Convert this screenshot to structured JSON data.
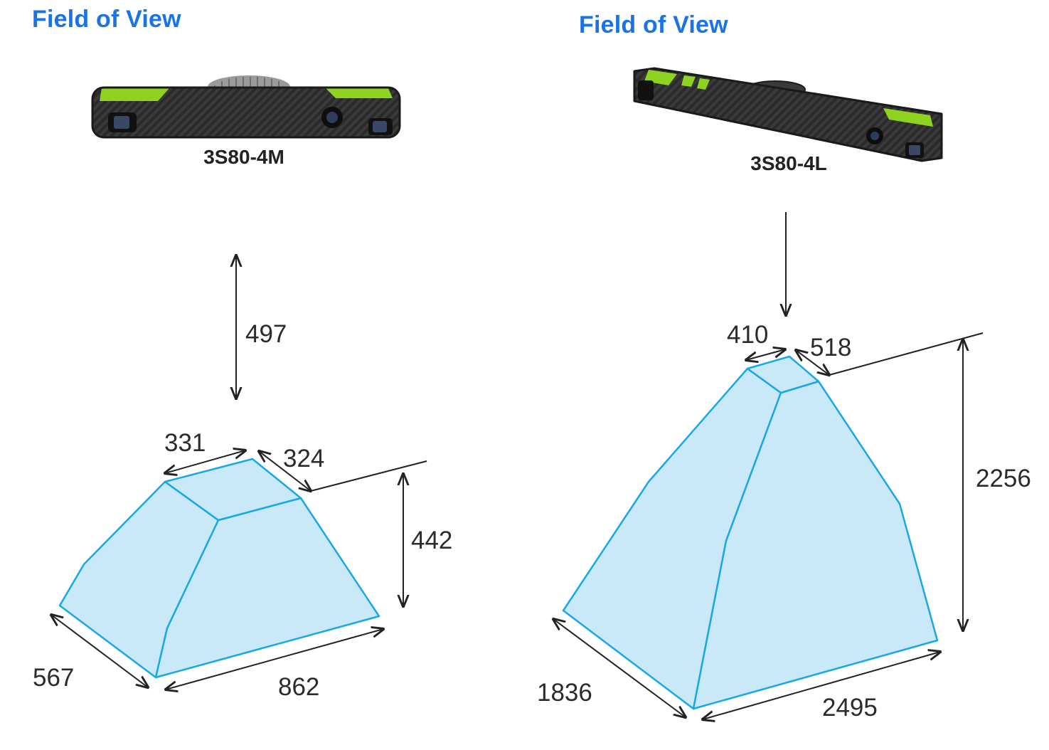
{
  "colors": {
    "title": "#1a73e8",
    "volume_fill": "#c9e8f8",
    "volume_stroke": "#1aa7e6",
    "camera_body": "#2a2a2a",
    "camera_accent": "#8fd321",
    "dimension_line": "#222222"
  },
  "left": {
    "title": "Field of View",
    "model": "3S80-4M",
    "dims": {
      "distance": "497",
      "near_width": "331",
      "near_depth": "324",
      "height": "442",
      "far_depth": "567",
      "far_width": "862"
    }
  },
  "right": {
    "title": "Field of View",
    "model": "3S80-4L",
    "dims": {
      "near_width": "410",
      "near_depth": "518",
      "height": "2256",
      "far_depth": "1836",
      "far_width": "2495"
    }
  }
}
